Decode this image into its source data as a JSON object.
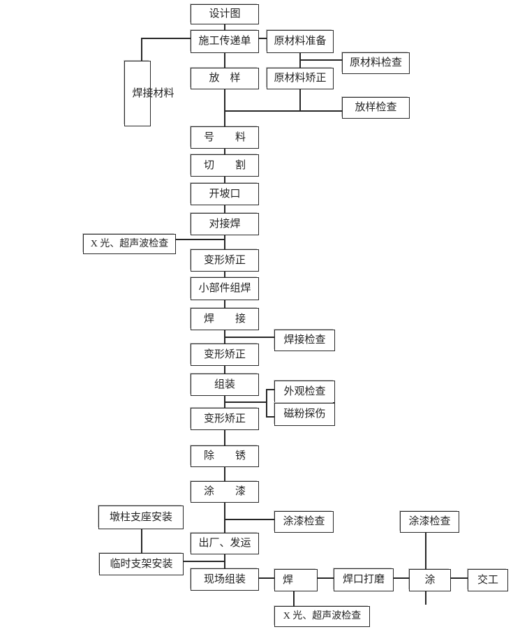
{
  "colors": {
    "line": "#262626",
    "shadow": "#c9c9c9",
    "background": "#ffffff",
    "text": "#1f1f1f"
  },
  "nodes": {
    "design": "设计图",
    "transfer": "施工传递单",
    "weld_material": "焊接材料",
    "raw_prep": "原材料准备",
    "raw_inspect": "原材料检查",
    "lofting": "放　样",
    "raw_correct": "原材料矫正",
    "lofting_inspect": "放样检查",
    "marking": "号　　料",
    "cutting": "切　　割",
    "beveling": "开坡口",
    "butt_weld": "对接焊",
    "xray_inspect_1": "X 光、超声波检查",
    "deform_correct_1": "变形矫正",
    "small_parts": "小部件组焊",
    "welding": "焊　　接",
    "weld_inspect": "焊接检查",
    "deform_correct_2": "变形矫正",
    "assembly": "组装",
    "visual_inspect": "外观检查",
    "magnetic_test": "磁粉探伤",
    "deform_correct_3": "变形矫正",
    "rust_removal": "除　　锈",
    "painting": "涂　　漆",
    "pier_support": "墩柱支座安装",
    "paint_inspect_1": "涂漆检查",
    "shipment": "出厂、发运",
    "temp_bracket": "临时支架安装",
    "site_assembly": "现场组装",
    "field_weld": "焊",
    "weld_grinding": "焊口打磨",
    "field_paint": "涂",
    "handover": "交工",
    "paint_inspect_2": "涂漆检查",
    "xray_inspect_2": "X 光、超声波检查"
  }
}
